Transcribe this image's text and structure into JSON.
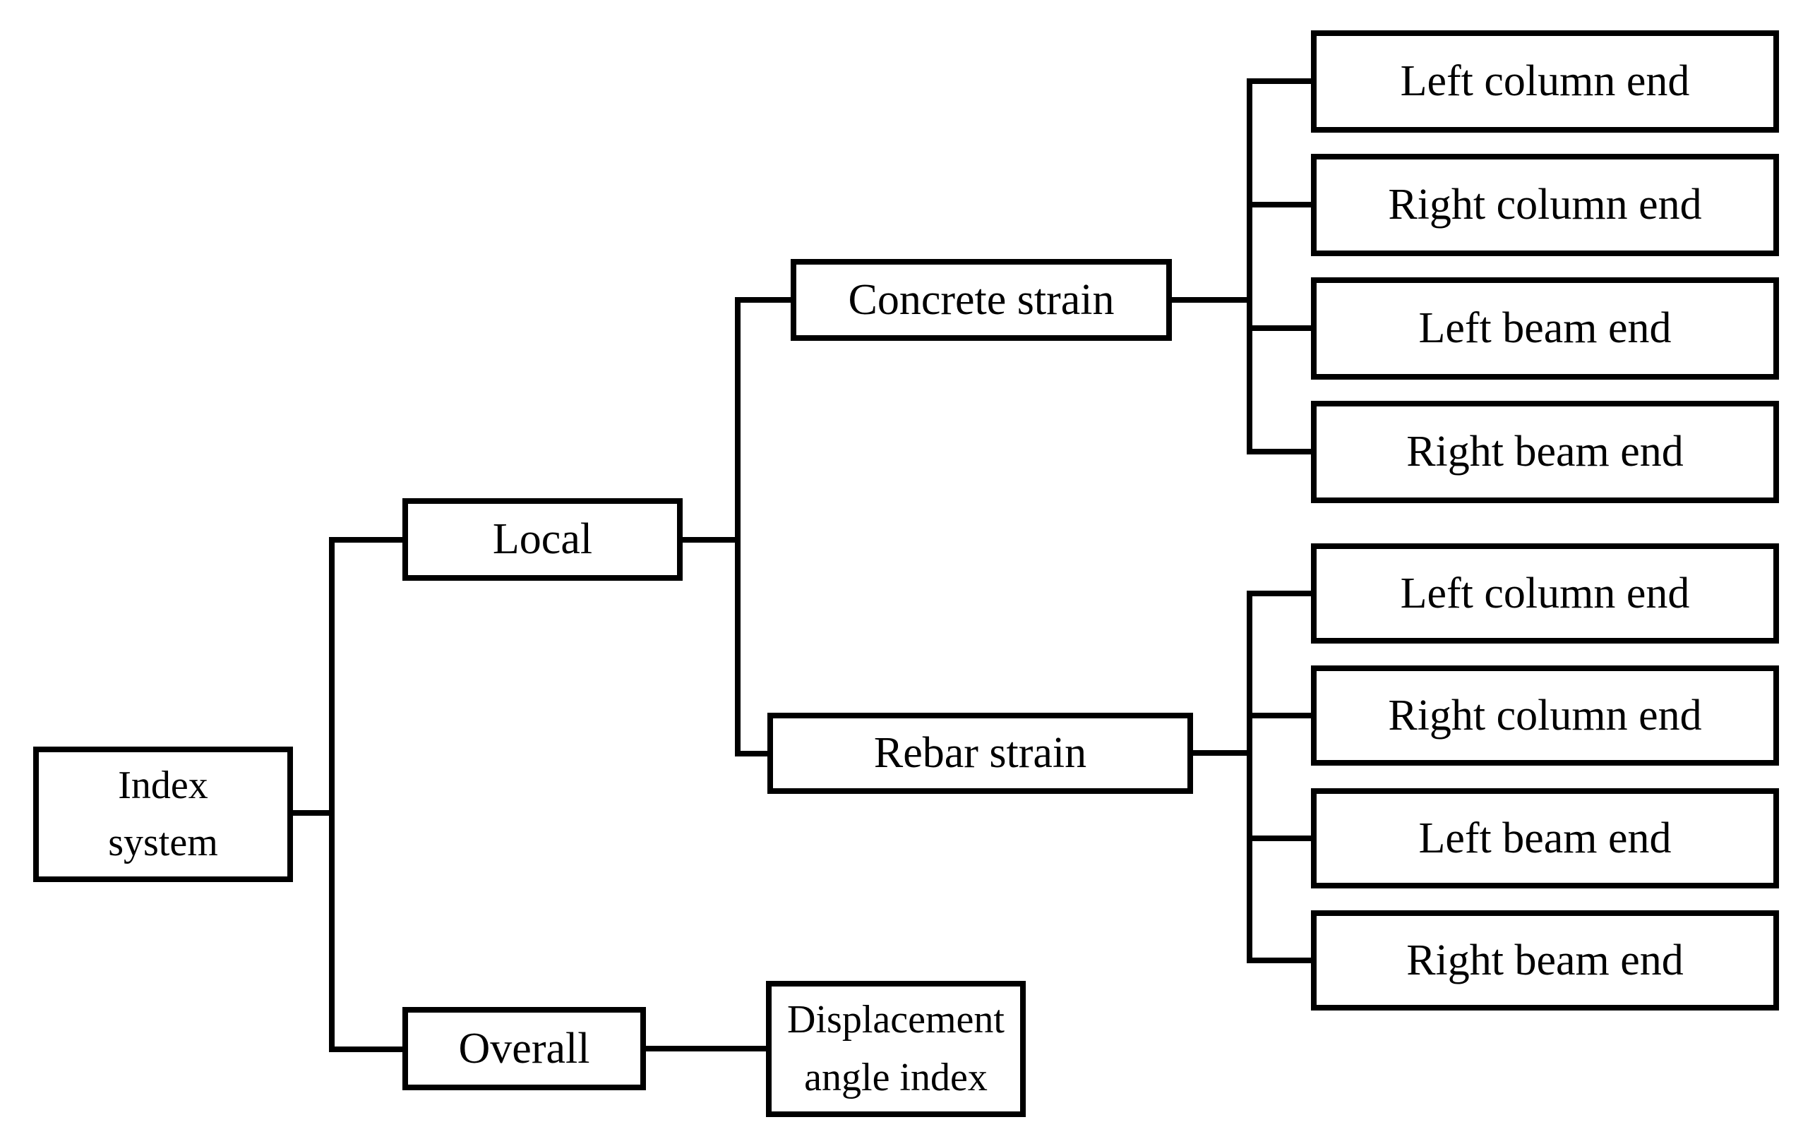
{
  "colors": {
    "line": "#000000",
    "box_fill": "#ffffff",
    "background": "#ffffff",
    "text": "#000000"
  },
  "tree": {
    "root": {
      "label": "Index system"
    },
    "branches": [
      {
        "label": "Local",
        "children": [
          {
            "label": "Concrete strain",
            "children": [
              {
                "label": "Left column end"
              },
              {
                "label": "Right column end"
              },
              {
                "label": "Left beam end"
              },
              {
                "label": "Right beam end"
              }
            ]
          },
          {
            "label": "Rebar strain",
            "children": [
              {
                "label": "Left column end"
              },
              {
                "label": "Right column end"
              },
              {
                "label": "Left beam end"
              },
              {
                "label": "Right beam end"
              }
            ]
          }
        ]
      },
      {
        "label": "Overall",
        "children": [
          {
            "label": "Displacement angle index"
          }
        ]
      }
    ]
  }
}
